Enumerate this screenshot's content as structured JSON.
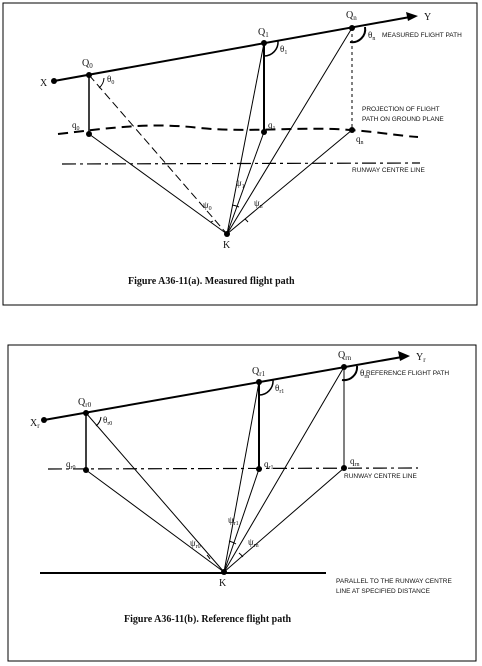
{
  "figure_a": {
    "caption": "Figure A36-11(a).  Measured flight path",
    "labels": {
      "X": "X",
      "Y": "Y",
      "Q0": "Q",
      "Q0_sub": "0",
      "Q1": "Q",
      "Q1_sub": "1",
      "Qn": "Q",
      "Qn_sub": "n",
      "theta0": "θ",
      "theta0_sub": "0",
      "theta1": "θ",
      "theta1_sub": "1",
      "thetan": "θ",
      "thetan_sub": "n",
      "q0": "q",
      "q0_sub": "0",
      "q1": "q",
      "q1_sub": "1",
      "qn": "q",
      "qn_sub": "n",
      "psi0": "ψ",
      "psi0_sub": "0",
      "psi1": "ψ",
      "psi1_sub": "1",
      "psin": "ψ",
      "psin_sub": "n",
      "K": "K"
    },
    "annotations": {
      "measured_path": "MEASURED FLIGHT PATH",
      "projection_line1": "PROJECTION OF FLIGHT",
      "projection_line2": "PATH ON GROUND PLANE",
      "runway": "RUNWAY CENTRE LINE"
    }
  },
  "figure_b": {
    "caption": "Figure A36-11(b).  Reference flight path",
    "labels": {
      "Xr": "X",
      "Xr_sub": "r",
      "Yr": "Y",
      "Yr_sub": "r",
      "Qr0": "Q",
      "Qr0_sub": "r0",
      "Qr1": "Q",
      "Qr1_sub": "r1",
      "Qrn": "Q",
      "Qrn_sub": "rn",
      "thetar0": "θ",
      "thetar0_sub": "r0",
      "thetar1": "θ",
      "thetar1_sub": "r1",
      "thetarn": "θ",
      "thetarn_sub": "rn",
      "qr0": "q",
      "qr0_sub": "r0",
      "qr1": "q",
      "qr1_sub": "r1",
      "qrn": "q",
      "qrn_sub": "rn",
      "psir0": "ψ",
      "psir0_sub": "r0",
      "psir1": "ψ",
      "psir1_sub": "r1",
      "psirn": "ψ",
      "psirn_sub": "rn",
      "K": "K"
    },
    "annotations": {
      "reference_path": "REFERENCE FLIGHT PATH",
      "runway": "RUNWAY CENTRE LINE",
      "parallel_line1": "PARALLEL TO THE RUNWAY CENTRE",
      "parallel_line2": "LINE AT SPECIFIED DISTANCE"
    }
  }
}
